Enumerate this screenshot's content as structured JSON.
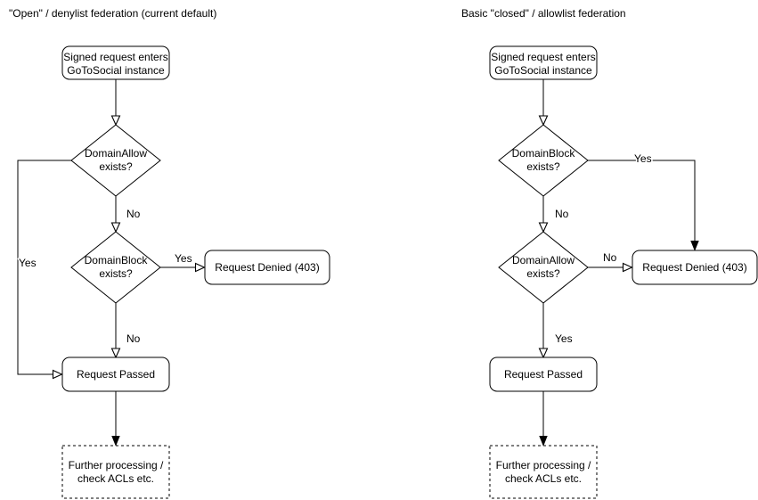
{
  "colors": {
    "background": "#ffffff",
    "stroke": "#000000",
    "node_fill": "#ffffff",
    "text": "#000000"
  },
  "left": {
    "title": "\"Open\" / denylist federation (current default)",
    "start": {
      "line1": "Signed request enters",
      "line2": "GoToSocial instance"
    },
    "decision1": {
      "line1": "DomainAllow",
      "line2": "exists?"
    },
    "decision2": {
      "line1": "DomainBlock",
      "line2": "exists?"
    },
    "denied_label": "Request Denied (403)",
    "passed_label": "Request Passed",
    "further": {
      "line1": "Further processing /",
      "line2": "check ACLs etc."
    },
    "edge_labels": {
      "decision1_no": "No",
      "decision1_yes": "Yes",
      "decision2_yes": "Yes",
      "decision2_no": "No"
    }
  },
  "right": {
    "title": "Basic \"closed\" / allowlist federation",
    "start": {
      "line1": "Signed request enters",
      "line2": "GoToSocial instance"
    },
    "decision1": {
      "line1": "DomainBlock",
      "line2": "exists?"
    },
    "decision2": {
      "line1": "DomainAllow",
      "line2": "exists?"
    },
    "denied_label": "Request Denied (403)",
    "passed_label": "Request Passed",
    "further": {
      "line1": "Further processing /",
      "line2": "check ACLs etc."
    },
    "edge_labels": {
      "decision1_yes": "Yes",
      "decision1_no": "No",
      "decision2_no": "No",
      "decision2_yes": "Yes"
    }
  }
}
